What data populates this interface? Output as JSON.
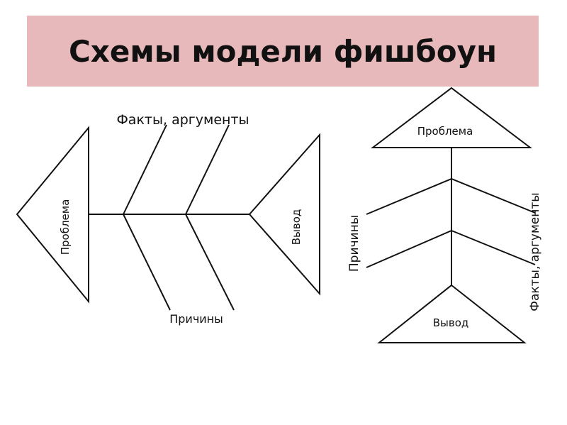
{
  "slide": {
    "title": "Схемы модели фишбоун",
    "banner_color": "#e8b9bb",
    "line_color": "#111111"
  },
  "horizontal_diagram": {
    "head_label": "Проблема",
    "tail_label": "Вывод",
    "top_label": "Факты, аргументы",
    "bottom_label": "Причины"
  },
  "vertical_diagram": {
    "head_label": "Проблема",
    "tail_label": "Вывод",
    "left_label": "Причины",
    "right_label": "Факты, аргументы"
  }
}
